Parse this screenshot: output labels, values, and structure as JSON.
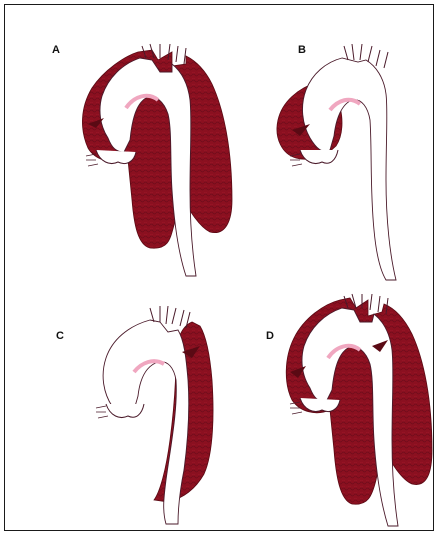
{
  "panels": [
    {
      "label": "A",
      "name": "panel-a"
    },
    {
      "label": "B",
      "name": "panel-b"
    },
    {
      "label": "C",
      "name": "panel-c"
    },
    {
      "label": "D",
      "name": "panel-d"
    }
  ],
  "colors": {
    "dissection": "#8b1020",
    "dissection_dark": "#5a0a14",
    "lumen": "#ffffff",
    "lumen_tint": "#f6d8e3",
    "outline": "#4a1a2a",
    "frame": "#1a1a1a"
  }
}
